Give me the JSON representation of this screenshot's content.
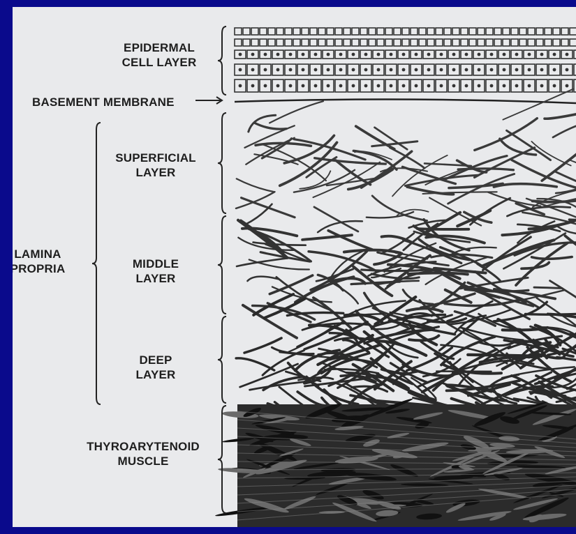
{
  "figure": {
    "labels": {
      "epidermal": "EPIDERMAL\nCELL LAYER",
      "basement": "BASEMENT MEMBRANE",
      "superficial": "SUPERFICIAL\nLAYER",
      "lamina": "LAMINA\nPROPRIA",
      "middle": "MIDDLE\nLAYER",
      "deep": "DEEP\nLAYER",
      "muscle": "THYROARYTENOID\nMUSCLE"
    },
    "colors": {
      "background": "#0a0a8c",
      "panel": "#e9eaec",
      "ink": "#1e1e1e"
    }
  }
}
